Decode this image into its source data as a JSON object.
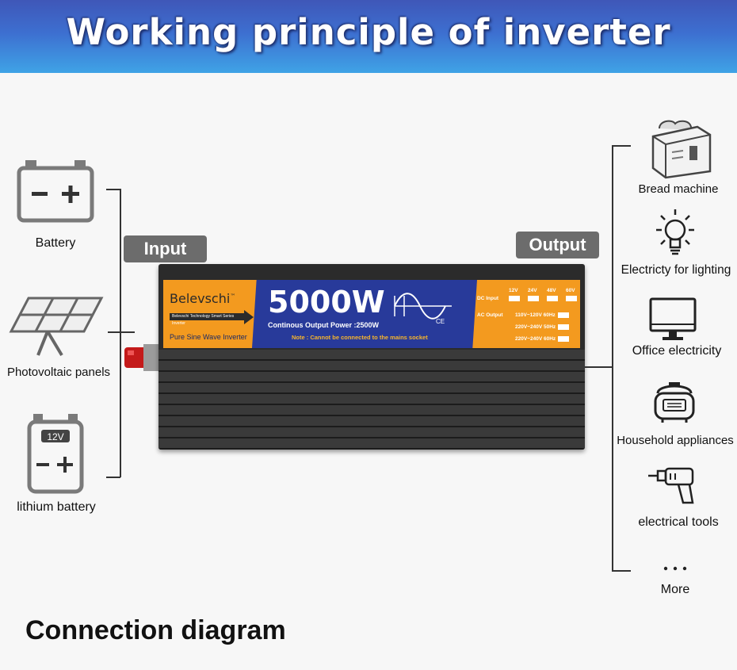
{
  "title": "Working principle of inverter",
  "footer_title": "Connection diagram",
  "tags": {
    "input": "Input",
    "output": "Output"
  },
  "inputs": [
    {
      "label": "Battery",
      "icon": "battery-icon"
    },
    {
      "label": "Photovoltaic panels",
      "icon": "solar-panel-icon"
    },
    {
      "label": "lithium battery",
      "icon": "lithium-battery-icon",
      "badge": "12V"
    }
  ],
  "outputs": [
    {
      "label": "Bread machine",
      "icon": "toaster-icon"
    },
    {
      "label": "Electricty for lighting",
      "icon": "light-bulb-icon"
    },
    {
      "label": "Office electricity",
      "icon": "monitor-icon"
    },
    {
      "label": "Household appliances",
      "icon": "rice-cooker-icon"
    },
    {
      "label": "electrical tools",
      "icon": "drill-icon"
    },
    {
      "label": "More",
      "icon": "more-dots-icon"
    }
  ],
  "inverter": {
    "brand": "Belevschi",
    "brand_tm": "™",
    "arrow_text": "Belevschi Technology Smart Series Inverter",
    "brand_sub": "Pure Sine Wave Inverter",
    "power": "5000W",
    "continuous": "Continous Output Power :2500W",
    "note": "Note : Cannot be connected to the mains socket",
    "dc_input_label": "DC Input",
    "dc_voltages": [
      "12V",
      "24V",
      "48V",
      "60V"
    ],
    "ac_output_label": "AC Output",
    "ac_options": [
      "110V~120V 60Hz",
      "220V~240V 50Hz",
      "220V~240V 60Hz"
    ],
    "ce_mark": "CE"
  },
  "colors": {
    "banner_top": "#3f57b8",
    "banner_bottom": "#3fa3e6",
    "panel_orange": "#f39a1f",
    "panel_blue": "#283a9a",
    "tag_gray": "#6c6c6c"
  }
}
